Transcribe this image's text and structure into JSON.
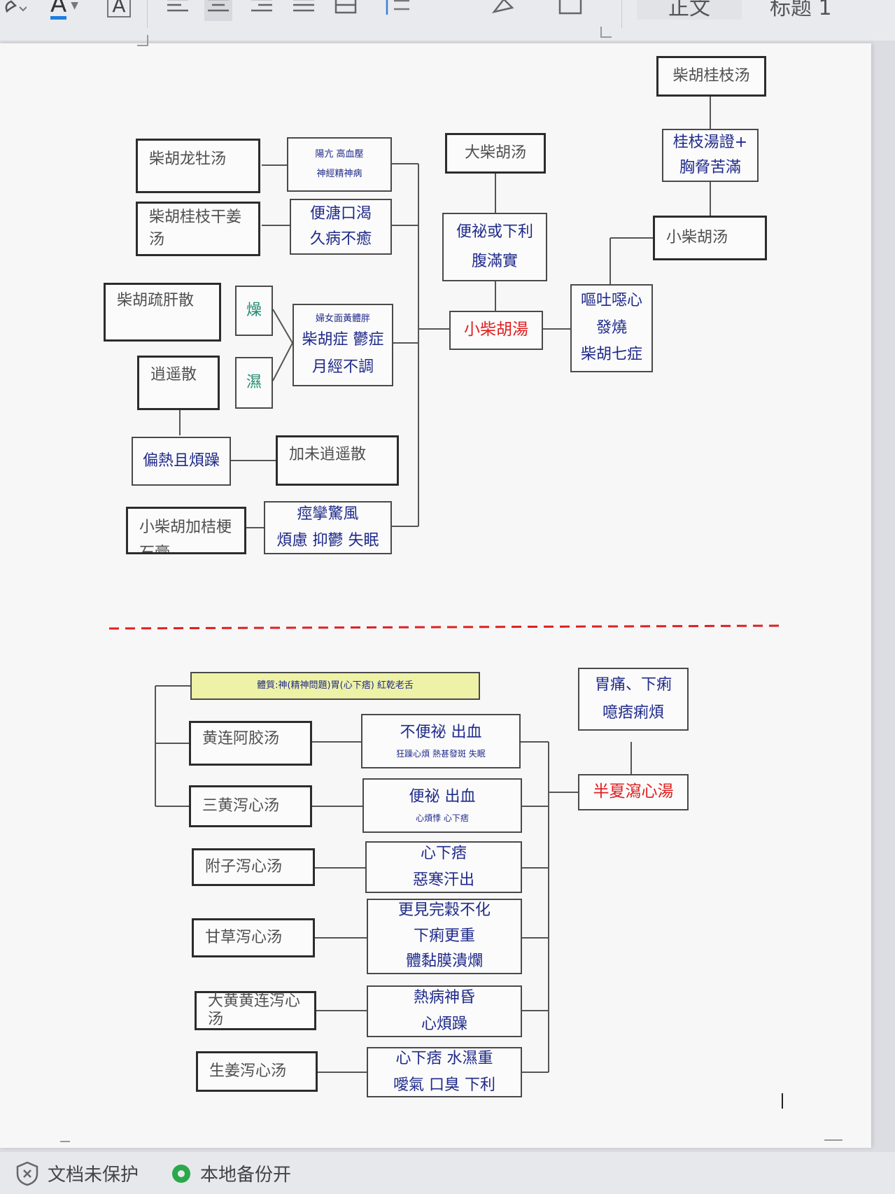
{
  "toolbar": {
    "font_color_label": "A",
    "char_border_label": "A",
    "style_normal": "正文",
    "style_heading1": "标题 1"
  },
  "top": {
    "chaihu_guizhi_tang": "柴胡桂枝汤",
    "guizhi_zheng": [
      "桂枝湯證+",
      "胸脅苦滿"
    ],
    "xiao_chaihu_tang_top": "小柴胡汤",
    "da_chaihu_tang": "大柴胡汤",
    "bianmi": [
      "便祕或下利",
      "腹滿實"
    ],
    "xiao_chaihu_center": "小柴胡湯",
    "outu": [
      "嘔吐噁心",
      "發燒",
      "柴胡七症"
    ],
    "longmu": "柴胡龙牡汤",
    "longmu_desc": [
      "陽亢 高血壓",
      "神經精神病"
    ],
    "guizhi_ganjiang": "柴胡桂枝干姜汤",
    "ganjiang_desc": [
      "便溏口渴",
      "久病不癒"
    ],
    "shugan": "柴胡疏肝散",
    "zao": "燥",
    "xiaoyao": "逍遥散",
    "shi": "濕",
    "women_desc": [
      "婦女面黃體胖",
      "柴胡症 鬱症",
      "月經不調"
    ],
    "pianre": "偏熱且煩躁",
    "jiawei": "加未逍遥散",
    "jiegeng": "小柴胡加桔梗石膏",
    "jiegeng_desc": [
      "痙攣驚風",
      "煩慮 抑鬱 失眠"
    ]
  },
  "bottom": {
    "tizhi": "體質:神(精神問題)胃(心下痞) 紅乾老舌",
    "weitong": [
      "胃痛、下痢",
      "噫痞痢煩"
    ],
    "banxia": "半夏瀉心湯",
    "rows": [
      {
        "name": "黄连阿胶汤",
        "desc": [
          "不便祕  出血",
          "狂躁心煩 熱甚發斑 失眠"
        ]
      },
      {
        "name": "三黄泻心汤",
        "desc": [
          "便祕 出血",
          "心煩悸 心下痞"
        ]
      },
      {
        "name": "附子泻心汤",
        "desc": [
          "心下痞",
          "惡寒汗出"
        ]
      },
      {
        "name": "甘草泻心汤",
        "desc": [
          "更見完穀不化",
          "下痢更重",
          "體黏膜潰爛"
        ]
      },
      {
        "name": "大黄黄连泻心汤",
        "desc": [
          "熱病神昏",
          "心煩躁"
        ]
      },
      {
        "name": "生姜泻心汤",
        "desc": [
          "心下痞 水濕重",
          "噯氣 口臭 下利"
        ]
      }
    ]
  },
  "status": {
    "protect": "文档未保护",
    "backup": "本地备份开"
  },
  "colors": {
    "red_accent": "#e02020",
    "blue_text": "#1f2a8a",
    "teal_text": "#1d8b6d",
    "yellow_box": "#eef2a6",
    "divider_red": "#e02020"
  }
}
